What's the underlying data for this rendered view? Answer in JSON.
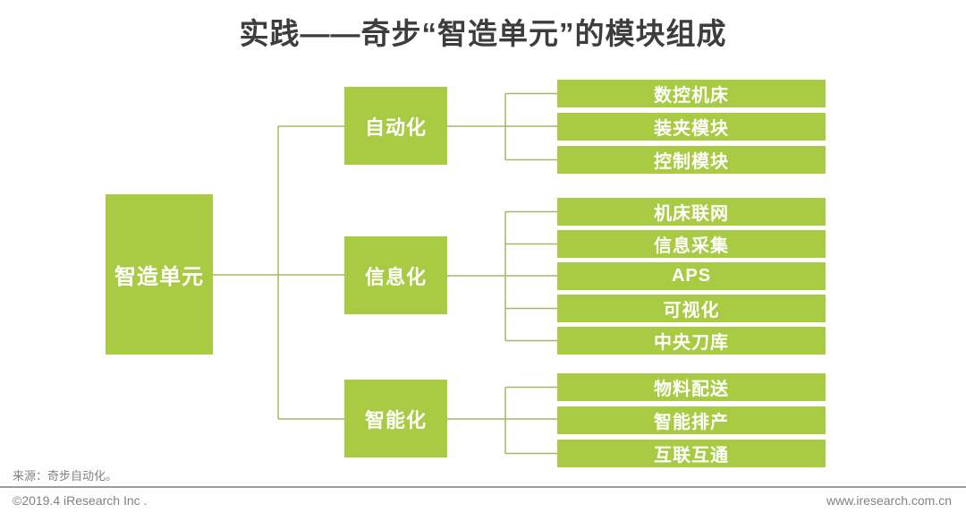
{
  "title": "实践——奇步“智造单元”的模块组成",
  "colors": {
    "green": "#a8cb43",
    "line": "#a4b763",
    "title_text": "#3d3d3d",
    "footer_text": "#828282",
    "divider": "#9c9c9c"
  },
  "tree": {
    "root_label": "智造单元",
    "groups": [
      {
        "label": "自动化",
        "children": [
          "数控机床",
          "装夹模块",
          "控制模块"
        ]
      },
      {
        "label": "信息化",
        "children": [
          "机床联网",
          "信息采集",
          "APS",
          "可视化",
          "中央刀库"
        ]
      },
      {
        "label": "智能化",
        "children": [
          "物料配送",
          "智能排产",
          "互联互通"
        ]
      }
    ]
  },
  "footer": {
    "source": "来源：奇步自动化。",
    "copyright": "©2019.4 iResearch Inc .",
    "website": "www.iresearch.com.cn"
  }
}
